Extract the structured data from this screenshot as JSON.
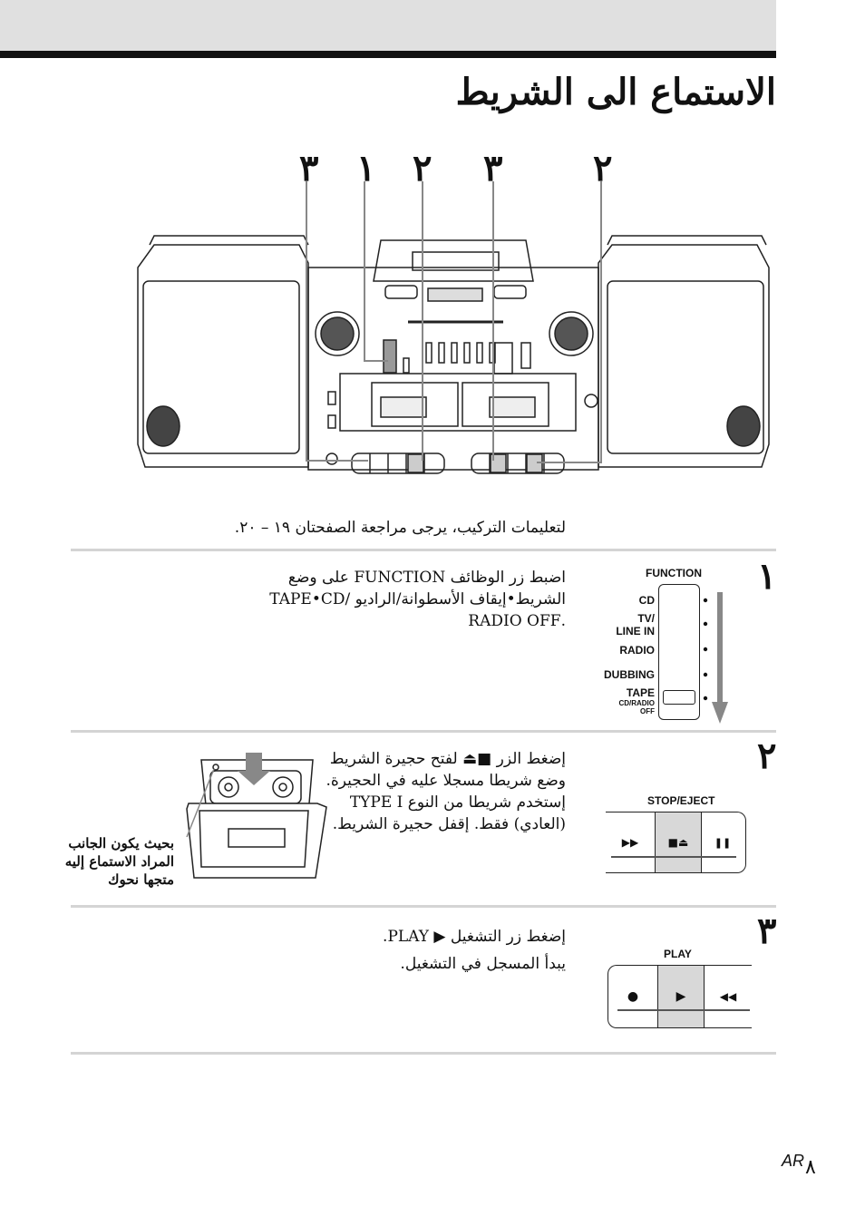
{
  "page": {
    "title": "الاستماع الى الشريط",
    "page_marker": "AR",
    "page_number": "٨"
  },
  "diagram": {
    "callouts": [
      "٣",
      "١",
      "٢",
      "٣",
      "٢"
    ]
  },
  "intro": "لتعليمات التركيب، يرجى مراجعة الصفحتان ١٩ – ٢٠.",
  "steps": [
    {
      "number": "١",
      "lines": [
        "اضبط زر الوظائف FUNCTION على وضع",
        "الشريط•إيقاف الأسطوانة/الراديو /TAPE•CD",
        ".RADIO OFF"
      ],
      "figure": {
        "header": "FUNCTION",
        "options": [
          "CD",
          "TV/",
          "LINE IN",
          "RADIO",
          "DUBBING",
          "TAPE",
          "CD/RADIO",
          "OFF"
        ]
      }
    },
    {
      "number": "٢",
      "lines": [
        "إضغط الزر ■⏏ لفتح حجيرة الشريط",
        "وضع شريطا مسجلا عليه في الحجيرة.",
        "إستخدم شريطا من النوع TYPE I",
        "(العادي) فقط. إقفل حجيرة الشريط."
      ],
      "figure": {
        "header": "STOP/EJECT",
        "buttons": [
          "▶▶",
          "■⏏",
          "❚❚"
        ]
      },
      "caption": [
        "بحيث يكون الجانب",
        "المراد الاستماع إليه",
        "متجها نحوك"
      ]
    },
    {
      "number": "٣",
      "lines": [
        "إضغط زر التشغيل ▶ PLAY.",
        "يبدأ المسجل في التشغيل."
      ],
      "figure": {
        "header": "PLAY",
        "buttons": [
          "●",
          "▶",
          "◀◀"
        ]
      }
    }
  ]
}
